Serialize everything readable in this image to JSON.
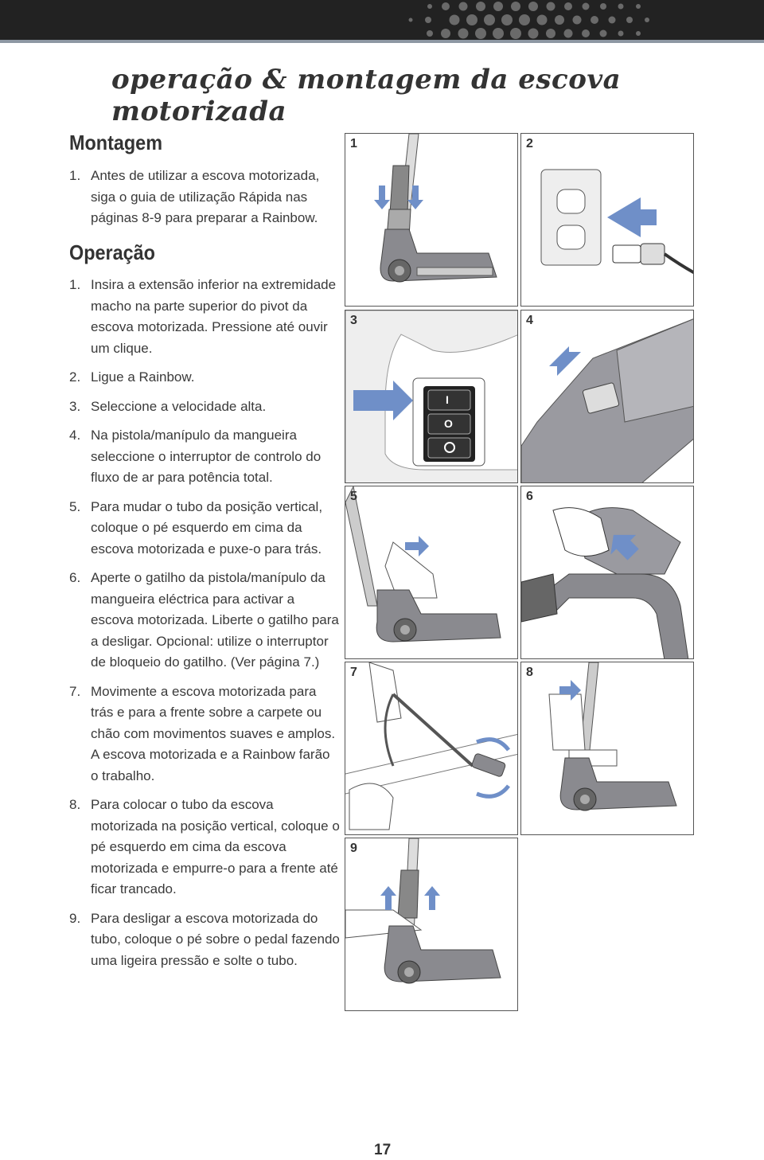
{
  "title": "operação & montagem da escova motorizada",
  "sections": {
    "montagem": {
      "heading": "Montagem",
      "steps": [
        {
          "num": "1.",
          "text": "Antes de utilizar a escova motorizada, siga o guia de utilização Rápida nas páginas 8-9 para preparar a Rainbow."
        }
      ]
    },
    "operacao": {
      "heading": "Operação",
      "steps": [
        {
          "num": "1.",
          "text": "Insira a extensão inferior na extremidade macho na parte superior do pivot da escova motorizada. Pressione até ouvir um clique."
        },
        {
          "num": "2.",
          "text": "Ligue a Rainbow."
        },
        {
          "num": "3.",
          "text": "Seleccione a velocidade alta."
        },
        {
          "num": "4.",
          "text": "Na pistola/manípulo da mangueira seleccione o interruptor de controlo do fluxo de ar para potência total."
        },
        {
          "num": "5.",
          "text": "Para mudar o tubo da posição vertical, coloque o pé esquerdo em cima da escova motorizada e puxe-o para trás."
        },
        {
          "num": "6.",
          "text": "Aperte o gatilho da pistola/manípulo da mangueira eléctrica para activar a escova motorizada. Liberte o gatilho para a desligar. Opcional: utilize o interruptor de bloqueio do gatilho. (Ver página 7.)"
        },
        {
          "num": "7.",
          "text": "Movimente a escova motorizada para trás e para a frente sobre a carpete ou chão com movimentos suaves e amplos. A escova motorizada e a Rainbow farão o trabalho."
        },
        {
          "num": "8.",
          "text": "Para colocar o tubo da escova motorizada na posição vertical, coloque o pé esquerdo em cima da escova motorizada e empurre-o para a frente até ficar trancado."
        },
        {
          "num": "9.",
          "text": "Para desligar a escova motorizada do tubo, coloque o pé sobre o pedal fazendo uma ligeira pressão e solte o tubo."
        }
      ]
    }
  },
  "panels": [
    "1",
    "2",
    "3",
    "4",
    "5",
    "6",
    "7",
    "8",
    "9"
  ],
  "switch_symbols": [
    "I",
    "O"
  ],
  "page_number": "17",
  "colors": {
    "accent_blue": "#6f8fc8",
    "machine_gray": "#8a8a8f",
    "dark_gray": "#555555",
    "header_bar": "#222222"
  }
}
